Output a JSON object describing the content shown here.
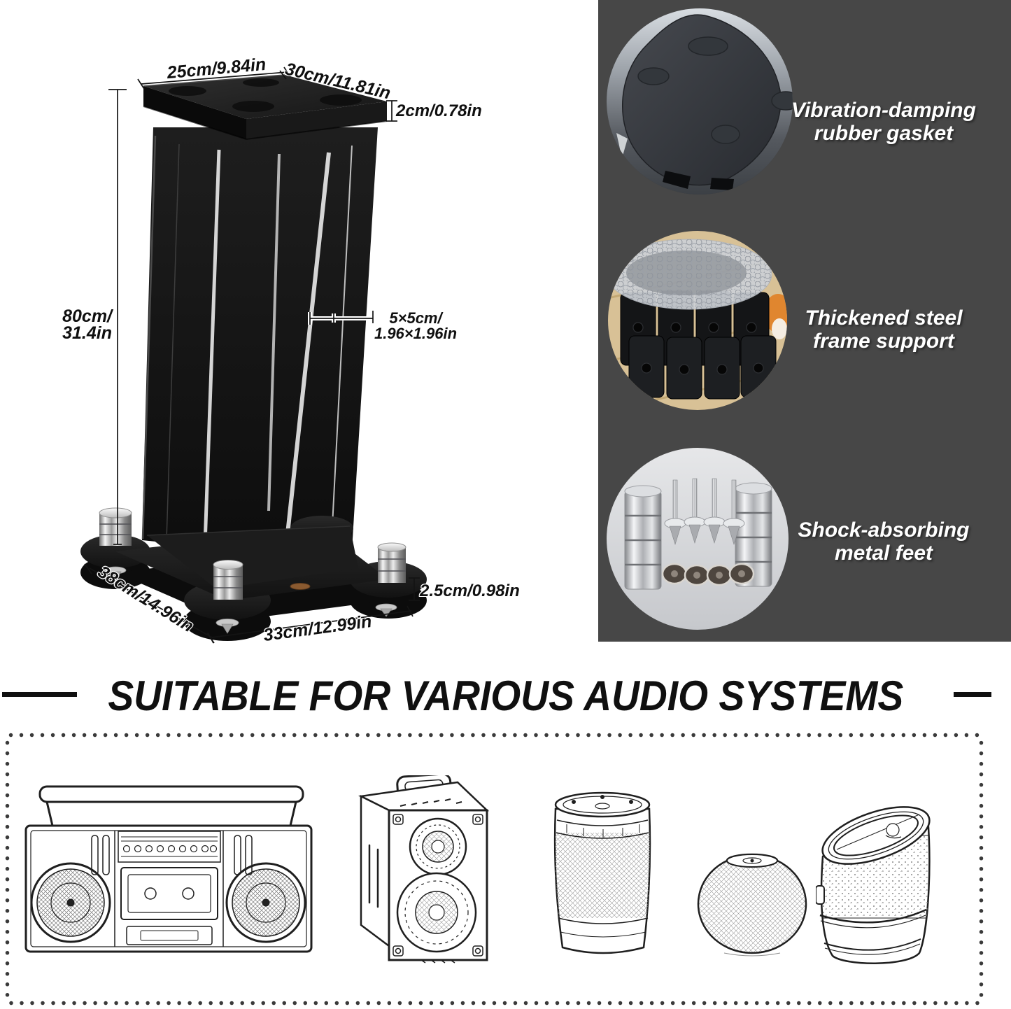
{
  "stand_diagram": {
    "illustration": "black-speaker-stand-3d-render",
    "dim_top_depth": "25cm/9.84in",
    "dim_top_width": "30cm/11.81in",
    "dim_top_thickness": "2cm/0.78in",
    "dim_height_line1": "80cm/",
    "dim_height_line2": "31.4in",
    "dim_column_line1": "5×5cm/",
    "dim_column_line2": "1.96×1.96in",
    "dim_base_depth": "38cm/14.96in",
    "dim_base_width": "33cm/12.99in",
    "dim_base_thickness": "2.5cm/0.98in"
  },
  "features": {
    "panel_color": "#474747",
    "text_color": "#ffffff",
    "items": [
      {
        "line1": "Vibration-damping",
        "line2": "rubber gasket",
        "photo": "rubber-gasket-top-plate-photo"
      },
      {
        "line1": "Thickened steel",
        "line2": "frame support",
        "photo": "steel-tube-legs-bubble-wrap-photo"
      },
      {
        "line1": "Shock-absorbing",
        "line2": "metal feet",
        "photo": "chrome-feet-and-spikes-photo"
      }
    ]
  },
  "bottom_section": {
    "heading": "SUITABLE FOR VARIOUS AUDIO SYSTEMS",
    "devices": [
      {
        "name": "boombox"
      },
      {
        "name": "portable-speaker"
      },
      {
        "name": "cylinder-smart-speaker"
      },
      {
        "name": "round-mini-speaker"
      },
      {
        "name": "angled-smart-speaker"
      }
    ]
  }
}
